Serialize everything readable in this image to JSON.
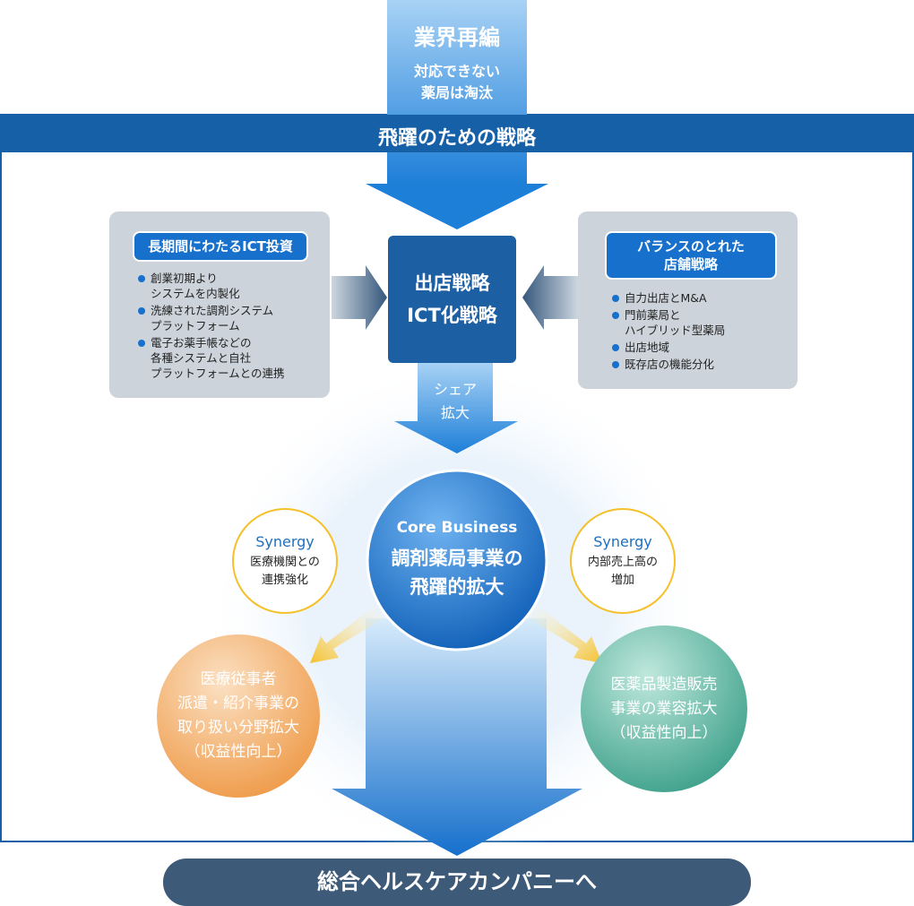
{
  "top_arrow": {
    "title": "業界再編",
    "sub1": "対応できない",
    "sub2": "薬局は淘汰"
  },
  "header": {
    "title": "飛躍のための戦略"
  },
  "left_box": {
    "title": "長期間にわたるICT投資",
    "items": [
      [
        "創業初期より",
        "システムを内製化"
      ],
      [
        "洗練された調剤システム",
        "プラットフォーム"
      ],
      [
        "電子お薬手帳などの",
        "各種システムと自社",
        "プラットフォームとの連携"
      ]
    ]
  },
  "right_box": {
    "title1": "バランスのとれた",
    "title2": "店舗戦略",
    "items": [
      [
        "自力出店とM&A"
      ],
      [
        "門前薬局と",
        "ハイブリッド型薬局"
      ],
      [
        "出店地域"
      ],
      [
        "既存店の機能分化"
      ]
    ]
  },
  "center_box": {
    "line1": "出店戦略",
    "line2": "ICT化戦略"
  },
  "share_arrow": {
    "line1": "シェア",
    "line2": "拡大"
  },
  "core": {
    "label": "Core Business",
    "line1": "調剤薬局事業の",
    "line2": "飛躍的拡大"
  },
  "synergy_left": {
    "label": "Synergy",
    "line1": "医療機関との",
    "line2": "連携強化"
  },
  "synergy_right": {
    "label": "Synergy",
    "line1": "内部売上高の",
    "line2": "増加"
  },
  "orange": {
    "lines": [
      "医療従事者",
      "派遣・紹介事業の",
      "取り扱い分野拡大",
      "（収益性向上）"
    ]
  },
  "green": {
    "lines": [
      "医薬品製造販売",
      "事業の業容拡大",
      "（収益性向上）"
    ]
  },
  "bottom": {
    "label": "総合ヘルスケアカンパニーへ"
  },
  "colors": {
    "dark_blue": "#1660a8",
    "blue": "#1670cc",
    "grey_box": "#ccd3da",
    "orange": "#f0913a",
    "green": "#2a9e86",
    "yellow": "#f5c02a",
    "bottom": "#3d5a78"
  }
}
